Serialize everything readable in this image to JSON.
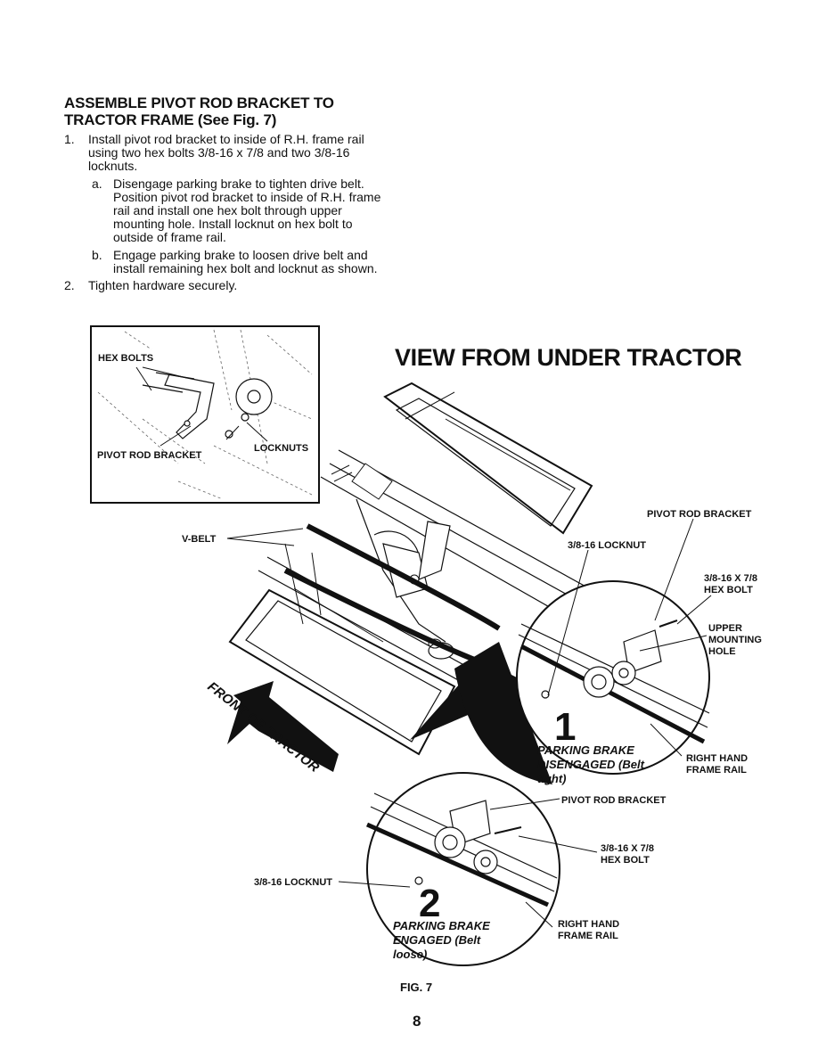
{
  "heading": {
    "line1": "ASSEMBLE PIVOT ROD BRACKET TO",
    "line2": "TRACTOR FRAME (See Fig. 7)"
  },
  "steps": [
    {
      "num": "1.",
      "text": "Install pivot rod bracket to inside of R.H. frame rail\nusing two hex bolts 3/8-16 x 7/8 and two 3/8-16\nlocknuts.",
      "subs": [
        {
          "num": "a.",
          "text": "Disengage parking brake to tighten drive belt.\nPosition pivot rod bracket to inside of R.H. frame\nrail and install one hex bolt through upper\nmounting hole.  Install locknut on hex bolt to\noutside of frame rail."
        },
        {
          "num": "b.",
          "text": "Engage parking brake to loosen drive belt and\ninstall remaining hex bolt and locknut as shown."
        }
      ]
    },
    {
      "num": "2.",
      "text": "Tighten hardware securely."
    }
  ],
  "figure": {
    "view_title": "VIEW FROM UNDER TRACTOR",
    "inset": {
      "hex_bolts": "HEX BOLTS",
      "locknuts": "LOCKNUTS",
      "pivot_rod_bracket": "PIVOT ROD BRACKET"
    },
    "labels": {
      "v_belt": "V-BELT",
      "pivot_rod_bracket_top": "PIVOT ROD BRACKET",
      "locknut_top": "3/8-16 LOCKNUT",
      "hex_bolt_top_1": "3/8-16 X 7/8",
      "hex_bolt_top_2": "HEX BOLT",
      "upper_mounting_1": "UPPER",
      "upper_mounting_2": "MOUNTING",
      "upper_mounting_3": "HOLE",
      "right_hand_1": "RIGHT HAND",
      "frame_rail_1": "FRAME RAIL",
      "pivot_rod_bracket_bottom": "PIVOT ROD BRACKET",
      "hex_bolt_bottom_1": "3/8-16 X 7/8",
      "hex_bolt_bottom_2": "HEX BOLT",
      "locknut_bottom": "3/8-16 LOCKNUT",
      "right_hand_2": "RIGHT HAND",
      "frame_rail_2": "FRAME RAIL",
      "front_of_tractor": "FRONT OF TRACTOR"
    },
    "callout1": {
      "number": "1",
      "line1": "PARKING BRAKE",
      "line2": "DISENGAGED (Belt",
      "line3": "tight)"
    },
    "callout2": {
      "number": "2",
      "line1": "PARKING BRAKE",
      "line2": "ENGAGED (Belt",
      "line3": "loose)"
    },
    "caption": "FIG. 7"
  },
  "page_number": "8"
}
